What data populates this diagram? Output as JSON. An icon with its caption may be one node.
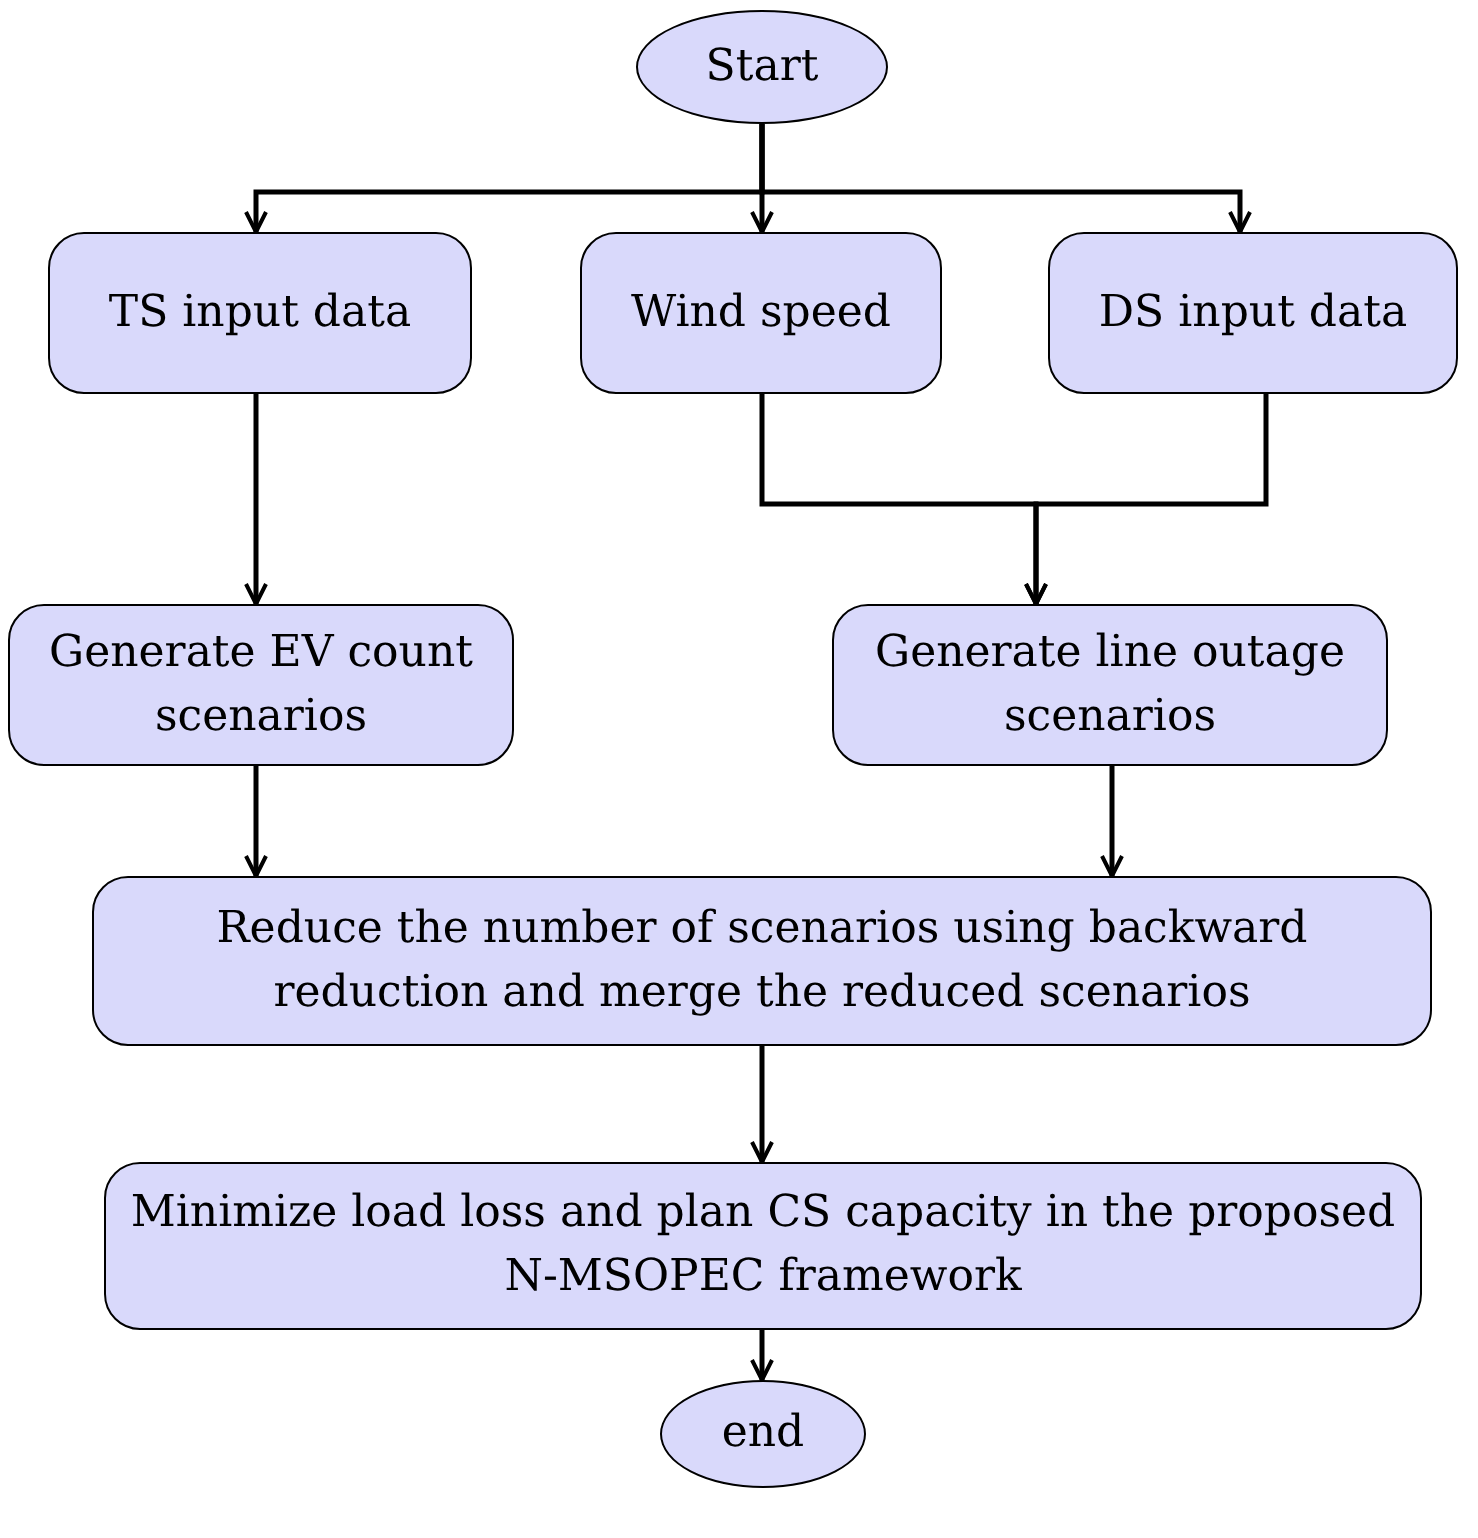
{
  "diagram": {
    "nodes": [
      {
        "text": [
          "Start"
        ]
      },
      {
        "text": [
          "TS input data"
        ]
      },
      {
        "text": [
          "Wind speed"
        ]
      },
      {
        "text": [
          "DS input data"
        ]
      },
      {
        "text": [
          "Generate EV count scenarios"
        ]
      },
      {
        "text": [
          "Generate line outage scenarios"
        ]
      },
      {
        "text": [
          "Reduce the number of scenarios using backward reduction and merge the reduced scenarios"
        ]
      },
      {
        "text": [
          "Minimize load loss and plan CS capacity in the proposed N-MSOPEC framework"
        ]
      },
      {
        "text": [
          "end"
        ]
      }
    ],
    "edges": [
      {
        "from": 0,
        "to": 1,
        "arrow": "to"
      },
      {
        "from": 0,
        "to": 2,
        "arrow": "to"
      },
      {
        "from": 0,
        "to": 3,
        "arrow": "to"
      },
      {
        "from": 1,
        "to": 4,
        "arrow": "to"
      },
      {
        "from": 2,
        "to": 5,
        "arrow": "to"
      },
      {
        "from": 3,
        "to": 5,
        "arrow": "to"
      },
      {
        "from": 4,
        "to": 6,
        "arrow": "to"
      },
      {
        "from": 5,
        "to": 6,
        "arrow": "to"
      },
      {
        "from": 6,
        "to": 7,
        "arrow": "to"
      },
      {
        "from": 7,
        "to": 8,
        "arrow": "to"
      }
    ]
  }
}
